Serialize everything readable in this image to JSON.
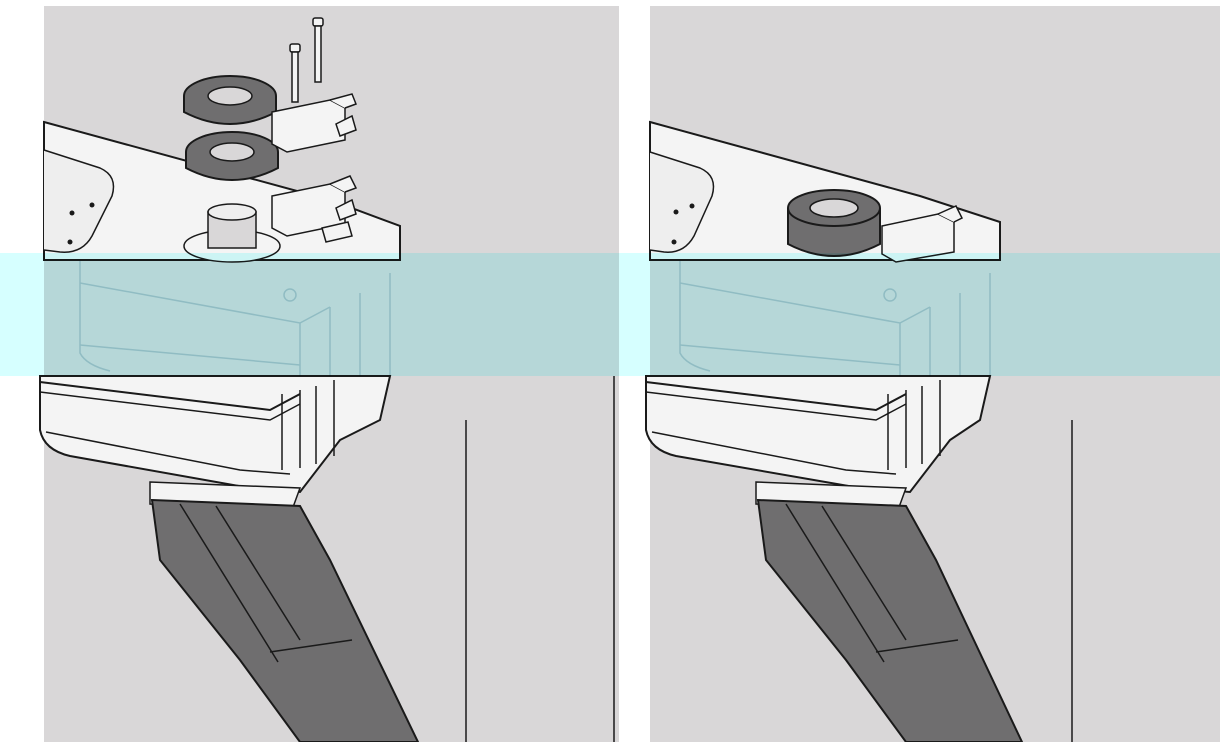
{
  "figure": {
    "panels": [
      {
        "id": "before",
        "view": "exploded"
      },
      {
        "id": "after",
        "view": "assembled"
      }
    ],
    "colors": {
      "wall": "#d9d7d8",
      "paper": "#ffffff",
      "line": "#1a1a1a",
      "shaded_part": "#6f6e6f",
      "highlight_band": "#d6ffff"
    }
  }
}
